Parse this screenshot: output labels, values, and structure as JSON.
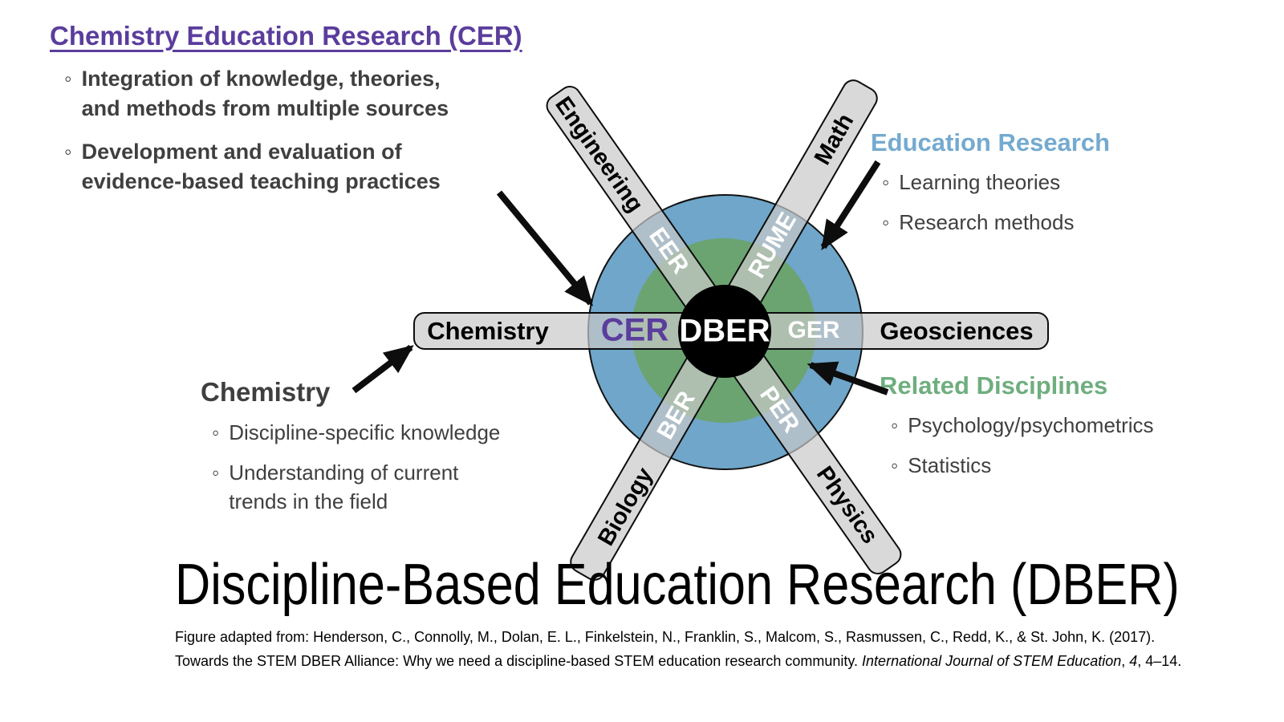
{
  "cer_block": {
    "title": "Chemistry Education Research (CER)",
    "bullets": [
      "Integration of knowledge, theories,\nand methods from multiple sources",
      "Development and evaluation of\nevidence-based teaching practices"
    ]
  },
  "education_research": {
    "title": "Education Research",
    "bullets": [
      "Learning theories",
      "Research methods"
    ]
  },
  "related_disciplines": {
    "title": "Related Disciplines",
    "bullets": [
      "Psychology/psychometrics",
      "Statistics"
    ]
  },
  "chemistry_block": {
    "title": "Chemistry",
    "bullets": [
      "Discipline-specific knowledge",
      "Understanding of current\ntrends in the field"
    ]
  },
  "hub": {
    "center_label": "DBER",
    "spokes": [
      {
        "discipline": "Chemistry",
        "acronym": "CER"
      },
      {
        "discipline": "Geosciences",
        "acronym": "GER"
      },
      {
        "discipline": "Engineering",
        "acronym": "EER"
      },
      {
        "discipline": "Math",
        "acronym": "RUME"
      },
      {
        "discipline": "Biology",
        "acronym": "BER"
      },
      {
        "discipline": "Physics",
        "acronym": "PER"
      }
    ]
  },
  "footer": {
    "title": "Discipline-Based Education Research (DBER)",
    "citation_line1": "Figure adapted from: Henderson, C., Connolly, M., Dolan, E. L., Finkelstein, N., Franklin, S., Malcom, S., Rasmussen, C., Redd, K., & St. John, K. (2017).",
    "citation_line2_plain": "Towards the STEM DBER Alliance: Why we need a discipline-based STEM education research community. ",
    "citation_line2_journal": "International Journal of STEM Education",
    "citation_line2_sep": ", ",
    "citation_line2_volume": "4",
    "citation_line2_end": ", 4–14."
  },
  "colors": {
    "purple_accent": "#5b3d9c",
    "blue_heading": "#74aacf",
    "green_heading": "#6fae7f",
    "circle_blue": "#6fa6c9",
    "circle_green": "#6ba471",
    "band_gray": "#d9d9d9",
    "dark_text": "#3f3f3f"
  }
}
